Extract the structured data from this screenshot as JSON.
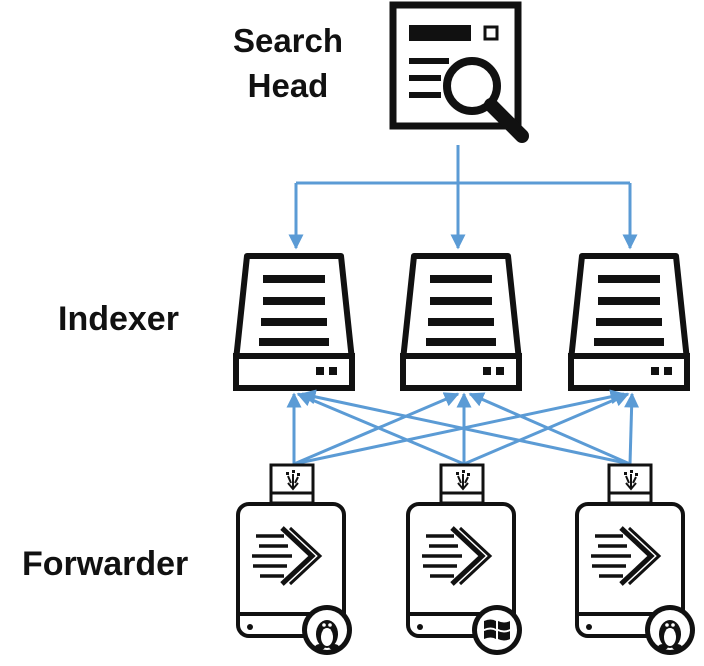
{
  "labels": {
    "search_head_line1": "Search",
    "search_head_line2": "Head",
    "indexer": "Indexer",
    "forwarder": "Forwarder"
  },
  "colors": {
    "arrow": "#5b9bd5",
    "stroke": "#111111",
    "background": "#ffffff"
  },
  "nodes": {
    "search_head": {
      "icon": "search-head-icon"
    },
    "indexers": [
      {
        "icon": "indexer-server-icon"
      },
      {
        "icon": "indexer-server-icon"
      },
      {
        "icon": "indexer-server-icon"
      }
    ],
    "forwarders": [
      {
        "icon": "forwarder-server-icon",
        "os": "linux-penguin-icon"
      },
      {
        "icon": "forwarder-server-icon",
        "os": "windows-logo-icon"
      },
      {
        "icon": "forwarder-server-icon",
        "os": "linux-penguin-icon"
      }
    ]
  }
}
